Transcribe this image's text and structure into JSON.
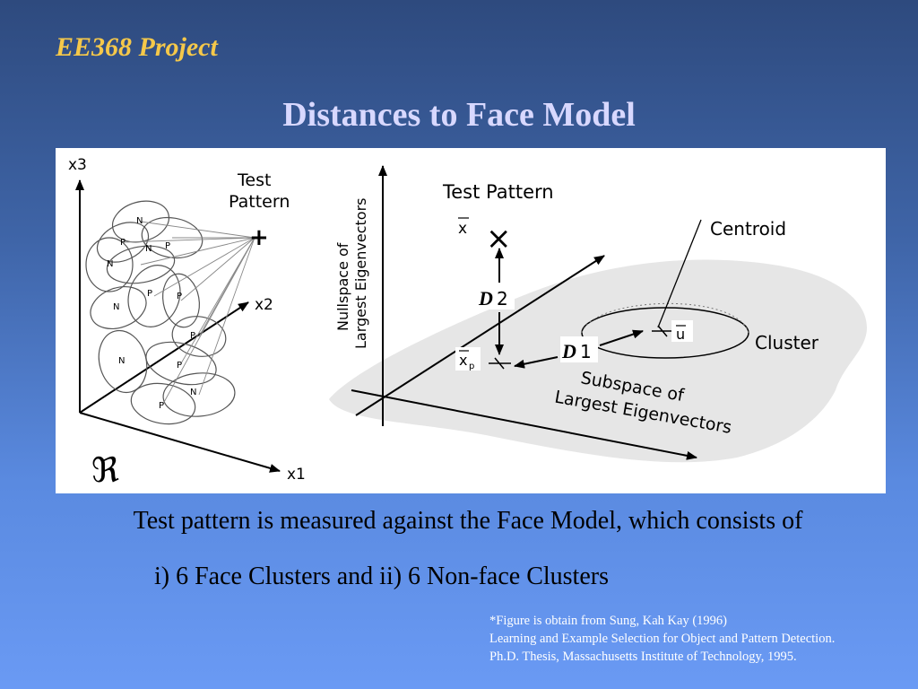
{
  "slide": {
    "course": "EE368 Project",
    "title": "Distances to Face Model",
    "caption_line1": "Test pattern is measured against the Face Model, which consists of",
    "caption_line2": "i) 6 Face Clusters and  ii) 6 Non-face Clusters",
    "citation": [
      "*Figure is obtain from  Sung, Kah Kay (1996)",
      "Learning and Example Selection for Object and Pattern Detection.",
      "Ph.D. Thesis, Massachusetts Institute of Technology, 1995."
    ]
  },
  "figure": {
    "left_panel": {
      "axis_x1": "x1",
      "axis_x2": "x2",
      "axis_x3": "x3",
      "space_symbol": "ℜ",
      "test_label_line1": "Test",
      "test_label_line2": "Pattern",
      "test_marker": "+",
      "cluster_labels": [
        "N",
        "P",
        "P",
        "N",
        "N",
        "P",
        "N",
        "P",
        "P",
        "N",
        "P",
        "N",
        "P"
      ]
    },
    "right_panel": {
      "test_pattern": "Test Pattern",
      "x_bar": "x",
      "x_marker": "×",
      "d2_letter": "D",
      "d2_number": "2",
      "d1_letter": "D",
      "d1_number": "1",
      "xp": "x",
      "xp_sub": "p",
      "mu": "u",
      "centroid": "Centroid",
      "cluster": "Cluster",
      "nullspace_line1": "Nullspace of",
      "nullspace_line2": "Largest Eigenvectors",
      "subspace_line1": "Subspace of",
      "subspace_line2": "Largest Eigenvectors"
    }
  }
}
